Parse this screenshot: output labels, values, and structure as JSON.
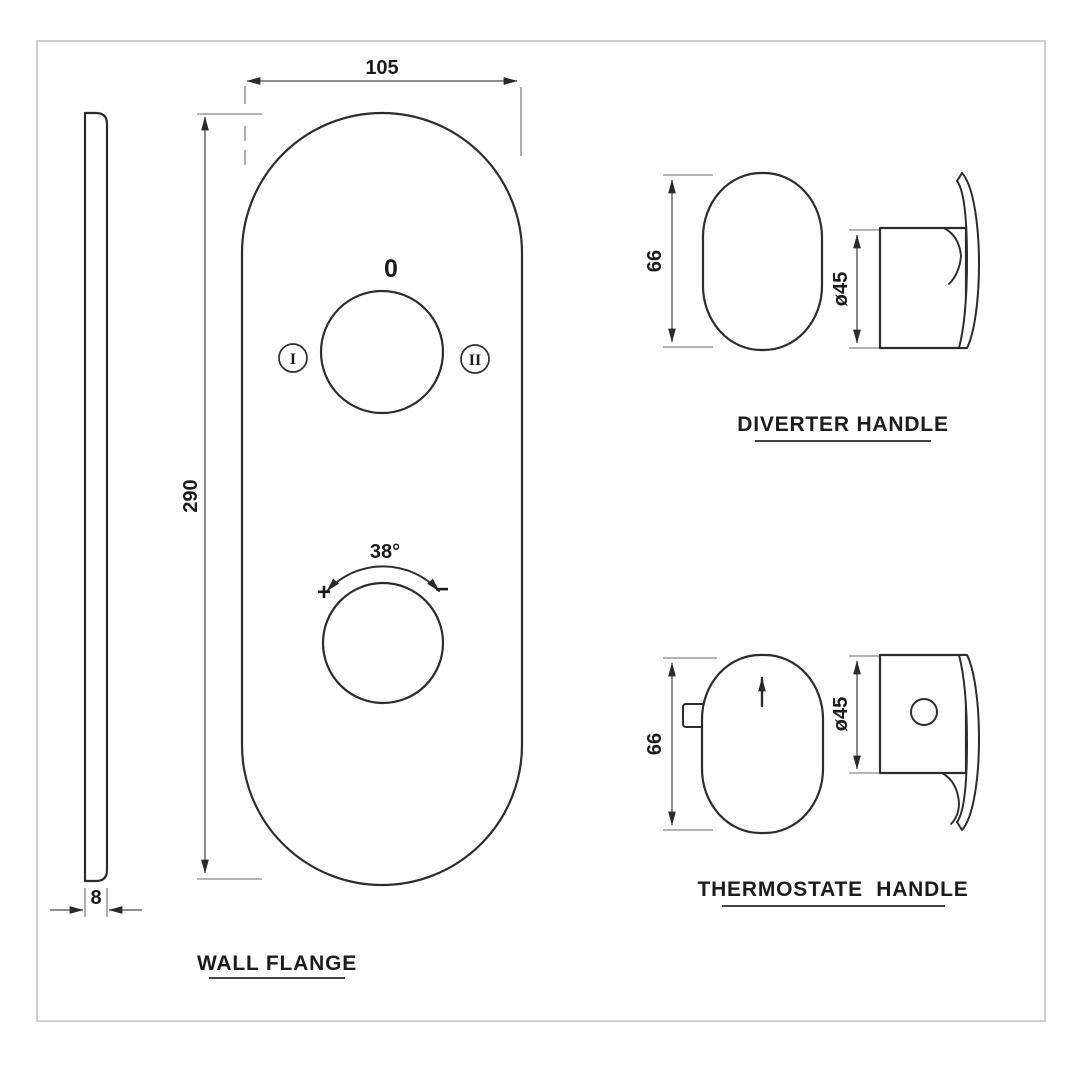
{
  "drawing": {
    "wall_flange": {
      "label": "WALL FLANGE",
      "width_dim": "105",
      "height_dim": "290",
      "thickness_dim": "8",
      "diverter_knob": {
        "zero_mark": "0",
        "position_one": "I",
        "position_two": "II"
      },
      "thermo_knob": {
        "angle_dim": "38°",
        "plus_mark": "+",
        "minus_mark": "−"
      }
    },
    "diverter_handle": {
      "label": "DIVERTER HANDLE",
      "height_dim": "66",
      "dia_dim": "ø45"
    },
    "thermostate_handle": {
      "label": "THERMOSTATE  HANDLE",
      "height_dim": "66",
      "dia_dim": "ø45"
    }
  },
  "colors": {
    "object_line": "#2d2d2d",
    "dimension_line": "#4a4a4a",
    "frame": "#c2c2c2",
    "background": "#ffffff"
  }
}
